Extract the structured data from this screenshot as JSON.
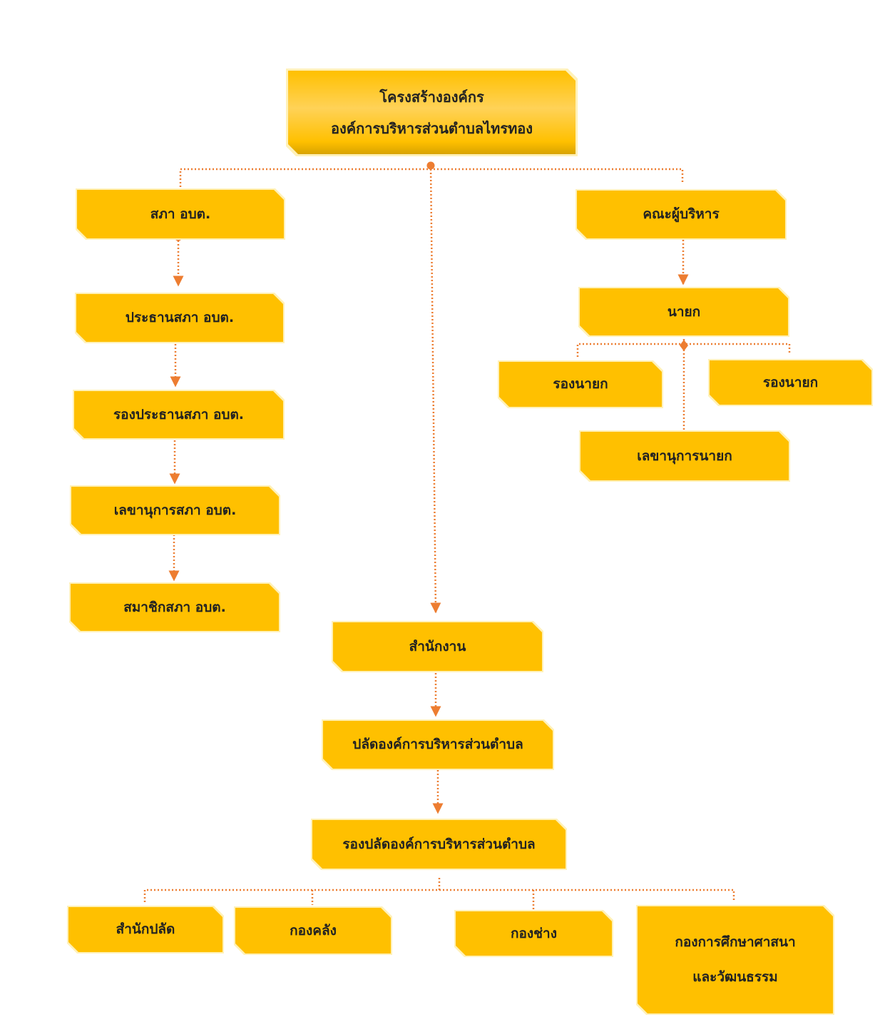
{
  "title": {
    "line1": "โครงสร้างองค์กร",
    "line2": "องค์การบริหารส่วนตำบลไทรทอง"
  },
  "council": {
    "head": "สภา อบต.",
    "chain": [
      "ประธานสภา อบต.",
      "รองประธานสภา  อบต.",
      "เลขานุการสภา อบต.",
      "สมาชิกสภา อบต."
    ]
  },
  "executive": {
    "head": "คณะผู้บริหาร",
    "mayor": "นายก",
    "deputy_left": "รองนายก",
    "deputy_right": "รองนายก",
    "secretary": "เลขานุการนายก"
  },
  "office": {
    "head": "สำนักงาน",
    "chief": "ปลัดองค์การบริหารส่วนตำบล",
    "deputy_chief": "รองปลัดองค์การบริหารส่วนตำบล"
  },
  "divisions": {
    "office_of_chief": "สำนักปลัด",
    "finance": "กองคลัง",
    "engineering": "กองช่าง",
    "education_line1": "กองการศึกษาศาสนา",
    "education_line2": "และวัฒนธรรม"
  },
  "colors": {
    "box_fill": "#ffc000",
    "connector": "#ed7d31",
    "glow": "#fff1b8"
  }
}
